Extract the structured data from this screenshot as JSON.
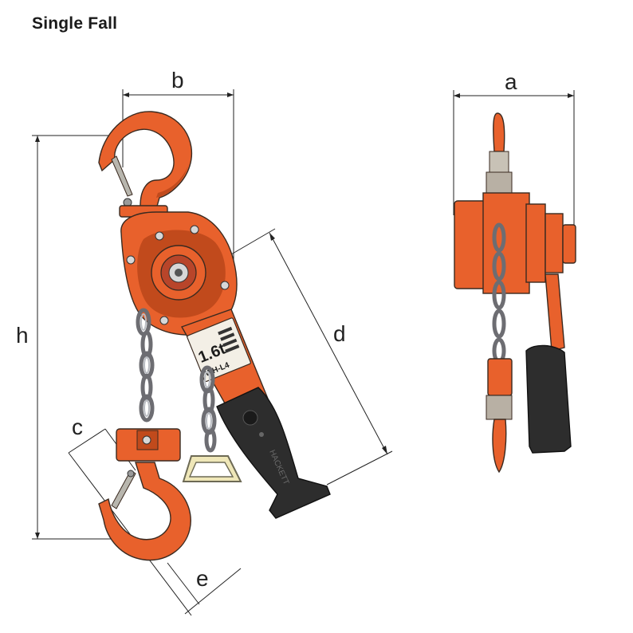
{
  "title": "Single Fall",
  "dimensions": {
    "a": "a",
    "b": "b",
    "c": "c",
    "d": "d",
    "e": "e",
    "h": "h"
  },
  "nameplate": {
    "capacity": "1.6t",
    "model": "WH-L4"
  },
  "handle_brand": "HACKETT",
  "colors": {
    "body": "#e8612c",
    "body_dark": "#c14a1c",
    "chain": "#8c8f95",
    "grip": "#2a2a2a",
    "handle_ring": "#efe7b8"
  }
}
